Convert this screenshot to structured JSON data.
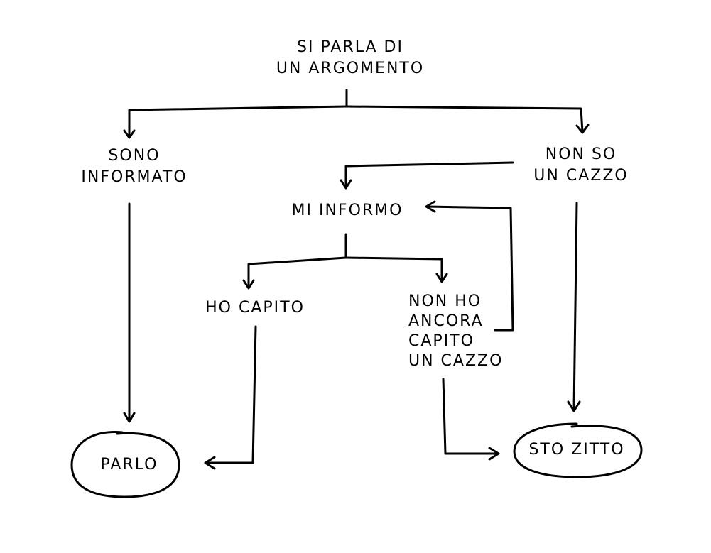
{
  "diagram": {
    "nodes": {
      "root": {
        "lines": [
          "SI PARLA DI",
          "UN ARGOMENTO"
        ]
      },
      "informed": {
        "lines": [
          "SONO",
          "INFORMATO"
        ]
      },
      "not_informed": {
        "lines": [
          "NON SO",
          "UN CAZZO"
        ]
      },
      "get_informed": {
        "lines": [
          "MI INFORMO"
        ]
      },
      "understood": {
        "lines": [
          "HO CAPITO"
        ]
      },
      "not_understood": {
        "lines": [
          "NON HO",
          "ANCORA",
          "CAPITO",
          "UN CAZZO"
        ]
      },
      "speak": {
        "lines": [
          "PARLO"
        ]
      },
      "stay_quiet": {
        "lines": [
          "STO ZITTO"
        ]
      }
    },
    "stroke_color": "#000000",
    "background_color": "#ffffff"
  }
}
